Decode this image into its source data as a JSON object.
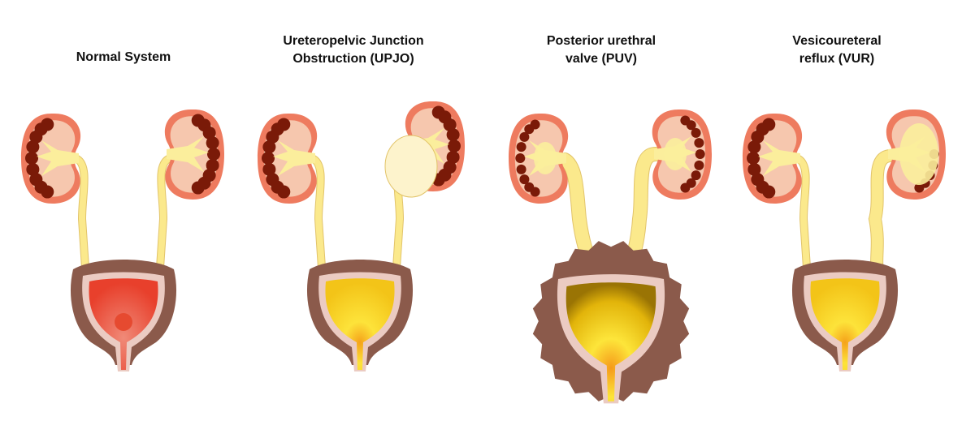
{
  "panels": [
    {
      "title_lines": [
        "Normal System"
      ],
      "fill": "red",
      "variant": "normal"
    },
    {
      "title_lines": [
        "Ureteropelvic Junction",
        "Obstruction (UPJO)"
      ],
      "fill": "yellow",
      "variant": "upjo"
    },
    {
      "title_lines": [
        "Posterior urethral",
        "valve (PUV)"
      ],
      "fill": "yellow",
      "variant": "puv"
    },
    {
      "title_lines": [
        "Vesicoureteral",
        "reflux (VUR)"
      ],
      "fill": "yellow",
      "variant": "vur"
    }
  ],
  "colors": {
    "cortex": "#ee7b5f",
    "medulla": "#f6c7ae",
    "calyx": "#7a1a08",
    "urine": "#fbee9c",
    "ureter_outline": "#e2c46a",
    "bladder_wall": "#8b5a4b",
    "bladder_lining": "#ebcbc2"
  }
}
